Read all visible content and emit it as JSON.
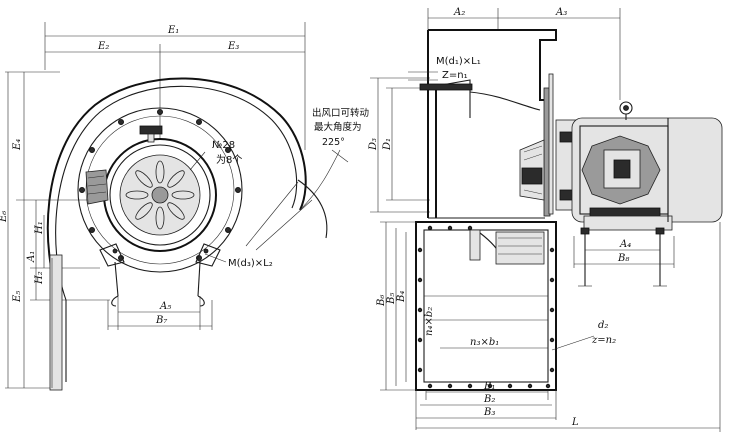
{
  "labels": {
    "E1": "E₁",
    "E2": "E₂",
    "E3": "E₃",
    "E4": "E₄",
    "E5": "E₅",
    "E6": "E₆",
    "H1": "H₁",
    "H2": "H₂",
    "A1": "A₁",
    "A2": "A₂",
    "A3": "A₃",
    "A4": "A₄",
    "A5": "A₅",
    "B1": "B₁",
    "B2": "B₂",
    "B3": "B₃",
    "B4": "B₄",
    "B5": "B₅",
    "B6": "B₆",
    "B7": "B₇",
    "B8": "B₈",
    "D1": "D₁",
    "D2": "D₂",
    "D3": "D₃",
    "L": "L",
    "md1": "M(d₁)×L₁",
    "zn1": "Z=n₁",
    "md3": "M(d₃)×L₂",
    "no28": "№28",
    "wei8": "为8个",
    "d2": "d₂",
    "zn2": "z=n₂",
    "n3b1": "n₃×b₁",
    "n4b2": "n₄×b₂",
    "outlet1": "出风口可转动",
    "outlet2": "最大角度为",
    "angle": "225°"
  }
}
